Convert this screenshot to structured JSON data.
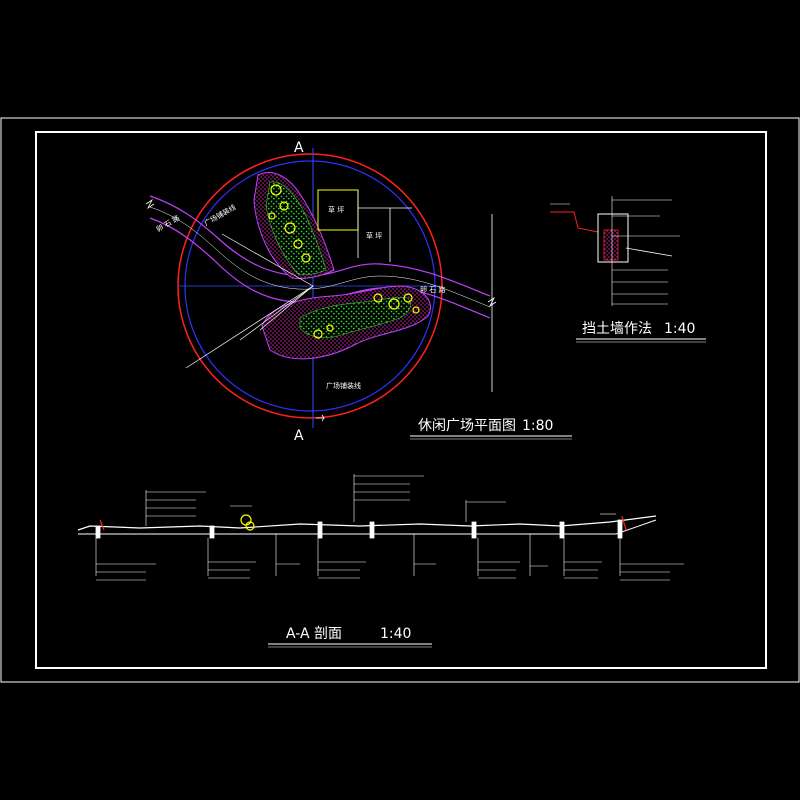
{
  "colors": {
    "background": "#000000",
    "frame": "#ffffff",
    "outer_circle": "#ff2020",
    "inner_circle": "#3030ff",
    "path_edge": "#c040ff",
    "planting": "#30d030",
    "shrub": "#ffff00",
    "hatch": "#c0289a",
    "axis": "#3050ff",
    "building": "#ffff00"
  },
  "plan": {
    "title": "休闲广场平面图",
    "scale": "1:80",
    "section_mark_top": "A",
    "section_mark_bottom": "A",
    "labels": {
      "stone_path_left": "卵 石 路",
      "stone_path_right": "卵 石 路",
      "plaza_edge_top": "广场铺装线",
      "plaza_edge_bottom": "广场铺装线",
      "lawn_top": "草 坪",
      "lawn_mid": "草 坪"
    }
  },
  "wall_detail": {
    "title": "挡土墙作法",
    "scale": "1:40"
  },
  "section": {
    "title": "A-A 剖面",
    "scale": "1:40"
  }
}
